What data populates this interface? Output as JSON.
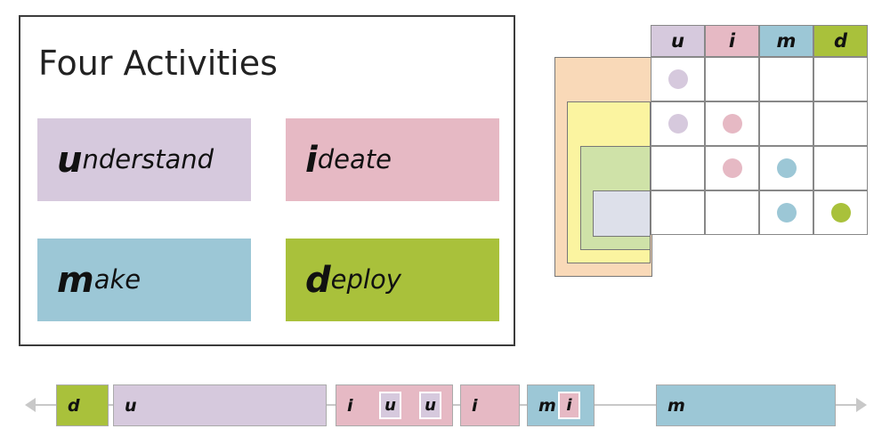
{
  "activities": {
    "title": "Four Activities",
    "cards": [
      {
        "initial": "u",
        "rest": "nderstand",
        "color": "#d6c9dd"
      },
      {
        "initial": "i",
        "rest": "deate",
        "color": "#e6b9c4"
      },
      {
        "initial": "m",
        "rest": "ake",
        "color": "#9cc7d6"
      },
      {
        "initial": "d",
        "rest": "eploy",
        "color": "#a9c13b"
      }
    ]
  },
  "matrix": {
    "headers": [
      "u",
      "i",
      "m",
      "d"
    ],
    "header_colors": [
      "#d6c9dd",
      "#e6b9c4",
      "#9cc7d6",
      "#a9c13b"
    ],
    "nest_colors": [
      "#f9d9b8",
      "#fbf4a0",
      "#cfe2a8",
      "#dde0ea"
    ],
    "dots": [
      [
        true,
        false,
        false,
        false
      ],
      [
        true,
        true,
        false,
        false
      ],
      [
        false,
        true,
        true,
        false
      ],
      [
        false,
        false,
        true,
        true
      ]
    ]
  },
  "timeline": {
    "segments": [
      {
        "label": "d",
        "color": "#a9c13b"
      },
      {
        "label": "u",
        "color": "#d6c9dd"
      },
      {
        "label": "i",
        "color": "#e6b9c4"
      },
      {
        "label": "i",
        "color": "#e6b9c4"
      },
      {
        "label": "m",
        "color": "#9cc7d6"
      },
      {
        "label": "m",
        "color": "#9cc7d6"
      }
    ],
    "inner": [
      {
        "label": "u",
        "color": "#d6c9dd"
      },
      {
        "label": "u",
        "color": "#d6c9dd"
      },
      {
        "label": "i",
        "color": "#e6b9c4"
      }
    ]
  }
}
